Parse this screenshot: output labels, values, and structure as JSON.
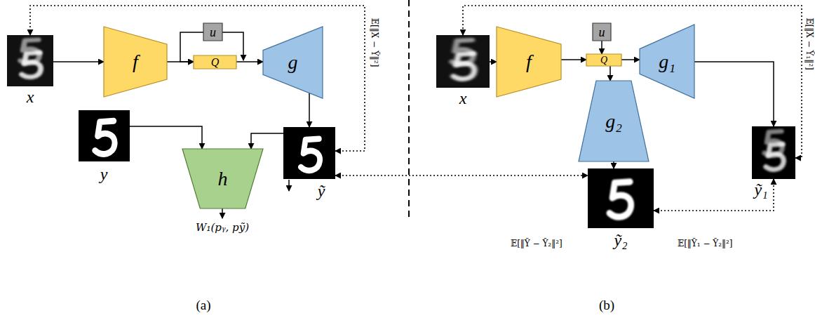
{
  "diagram": {
    "nodes": [
      {
        "text": [
          "x"
        ]
      },
      {
        "text": [
          "f"
        ]
      },
      {
        "text": [
          "u"
        ]
      },
      {
        "text": [
          "Q"
        ]
      },
      {
        "text": [
          "g"
        ]
      },
      {
        "text": [
          "y"
        ]
      },
      {
        "text": [
          "ỹ"
        ]
      },
      {
        "text": [
          "h"
        ]
      },
      {
        "text": [
          "x"
        ]
      },
      {
        "text": [
          "f"
        ]
      },
      {
        "text": [
          "u"
        ]
      },
      {
        "text": [
          "Q"
        ]
      },
      {
        "text": [
          "g₁"
        ]
      },
      {
        "text": [
          "g₂"
        ]
      },
      {
        "text": [
          "ỹ₁"
        ]
      },
      {
        "text": [
          "ỹ₂"
        ]
      }
    ],
    "edges": [
      {
        "from": 0,
        "to": 1,
        "arrow": "to"
      },
      {
        "from": 1,
        "to": 3,
        "arrow": "to"
      },
      {
        "from": 2,
        "to": 3,
        "arrow": "to"
      },
      {
        "from": 3,
        "to": 4,
        "arrow": "to"
      },
      {
        "from": 4,
        "to": 6,
        "arrow": "to"
      },
      {
        "from": 5,
        "to": 7,
        "arrow": "to"
      },
      {
        "from": 6,
        "to": 7,
        "arrow": "to"
      },
      {
        "from": 6,
        "to": 0,
        "label": "𝔼[‖X − Ỹ‖²]",
        "arrow": "both"
      },
      {
        "from": 8,
        "to": 9,
        "arrow": "to"
      },
      {
        "from": 9,
        "to": 11,
        "arrow": "to"
      },
      {
        "from": 10,
        "to": 11,
        "arrow": "to"
      },
      {
        "from": 11,
        "to": 12,
        "arrow": "to"
      },
      {
        "from": 11,
        "to": 13,
        "arrow": "to"
      },
      {
        "from": 12,
        "to": 14,
        "arrow": "to"
      },
      {
        "from": 13,
        "to": 15,
        "arrow": "to"
      },
      {
        "from": 14,
        "to": 8,
        "label": "𝔼[‖X − Ỹ₁‖²]",
        "arrow": "both"
      },
      {
        "from": 15,
        "to": 14,
        "label": "𝔼[‖Ỹ₁ − Ỹ₂‖²]",
        "arrow": "both"
      },
      {
        "from": 6,
        "to": 15,
        "label": "𝔼[‖Ỹ − Ỹ₂‖²]",
        "arrow": "both"
      }
    ],
    "labels": [
      "W₁(pᵧ, pỹ)",
      "(a)",
      "(b)"
    ]
  }
}
